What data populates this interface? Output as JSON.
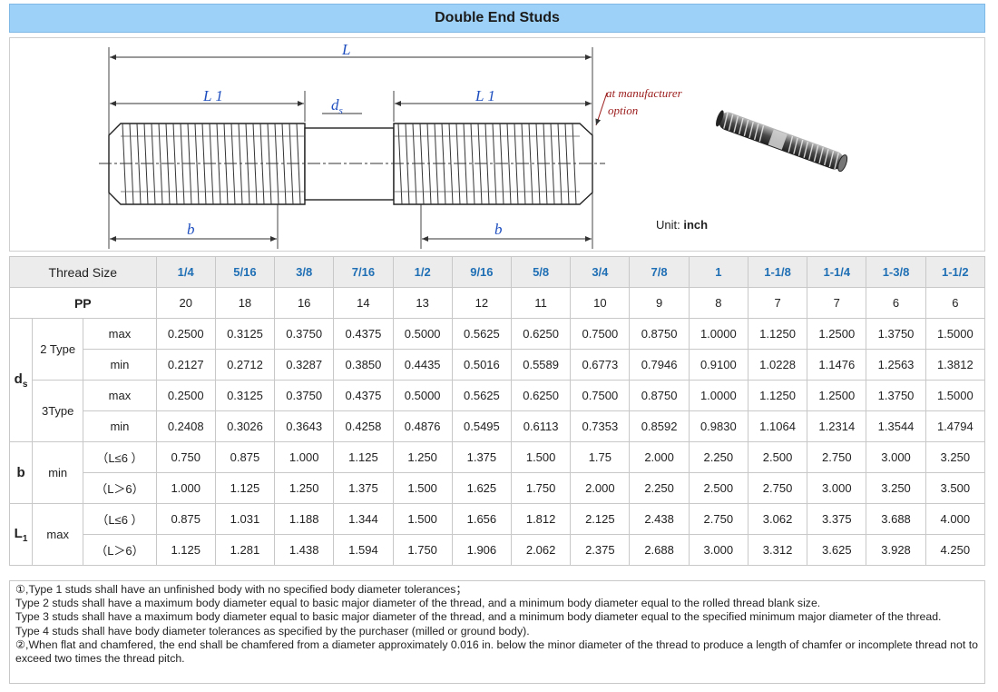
{
  "title": "Double End Studs",
  "figure": {
    "label_L": "L",
    "label_L1_left": "L 1",
    "label_L1_right": "L 1",
    "label_ds_main": "d",
    "label_ds_sub": "s",
    "label_b_left": "b",
    "label_b_right": "b",
    "callout_line1": "at manufacturer",
    "callout_line2": "option",
    "unit_prefix": "Unit: ",
    "unit_value": "inch",
    "colors": {
      "dimension": "#1f4fbf",
      "callout": "#9b1b1b",
      "outline": "#222222"
    }
  },
  "table": {
    "thread_size_label": "Thread Size",
    "sizes": [
      "1/4",
      "5/16",
      "3/8",
      "7/16",
      "1/2",
      "9/16",
      "5/8",
      "3/4",
      "7/8",
      "1",
      "1-1/8",
      "1-1/4",
      "1-3/8",
      "1-1/2"
    ],
    "pp_label": "PP",
    "pp": [
      "20",
      "18",
      "16",
      "14",
      "13",
      "12",
      "11",
      "10",
      "9",
      "8",
      "7",
      "7",
      "6",
      "6"
    ],
    "ds": {
      "label_main": "d",
      "label_sub": "s",
      "type2_label": "2 Type",
      "type3_label": "3Type",
      "max_label": "max",
      "min_label": "min",
      "type2_max": [
        "0.2500",
        "0.3125",
        "0.3750",
        "0.4375",
        "0.5000",
        "0.5625",
        "0.6250",
        "0.7500",
        "0.8750",
        "1.0000",
        "1.1250",
        "1.2500",
        "1.3750",
        "1.5000"
      ],
      "type2_min": [
        "0.2127",
        "0.2712",
        "0.3287",
        "0.3850",
        "0.4435",
        "0.5016",
        "0.5589",
        "0.6773",
        "0.7946",
        "0.9100",
        "1.0228",
        "1.1476",
        "1.2563",
        "1.3812"
      ],
      "type3_max": [
        "0.2500",
        "0.3125",
        "0.3750",
        "0.4375",
        "0.5000",
        "0.5625",
        "0.6250",
        "0.7500",
        "0.8750",
        "1.0000",
        "1.1250",
        "1.2500",
        "1.3750",
        "1.5000"
      ],
      "type3_min": [
        "0.2408",
        "0.3026",
        "0.3643",
        "0.4258",
        "0.4876",
        "0.5495",
        "0.6113",
        "0.7353",
        "0.8592",
        "0.9830",
        "1.1064",
        "1.2314",
        "1.3544",
        "1.4794"
      ]
    },
    "b": {
      "label": "b",
      "sub_label": "min",
      "cond1": "（L≤6 ）",
      "cond2": "（L＞6）",
      "row1": [
        "0.750",
        "0.875",
        "1.000",
        "1.125",
        "1.250",
        "1.375",
        "1.500",
        "1.75",
        "2.000",
        "2.250",
        "2.500",
        "2.750",
        "3.000",
        "3.250"
      ],
      "row2": [
        "1.000",
        "1.125",
        "1.250",
        "1.375",
        "1.500",
        "1.625",
        "1.750",
        "2.000",
        "2.250",
        "2.500",
        "2.750",
        "3.000",
        "3.250",
        "3.500"
      ]
    },
    "l1": {
      "label_main": "L",
      "label_sub": "1",
      "sub_label": "max",
      "cond1": "（L≤6 ）",
      "cond2": "（L＞6）",
      "row1": [
        "0.875",
        "1.031",
        "1.188",
        "1.344",
        "1.500",
        "1.656",
        "1.812",
        "2.125",
        "2.438",
        "2.750",
        "3.062",
        "3.375",
        "3.688",
        "4.000"
      ],
      "row2": [
        "1.125",
        "1.281",
        "1.438",
        "1.594",
        "1.750",
        "1.906",
        "2.062",
        "2.375",
        "2.688",
        "3.000",
        "3.312",
        "3.625",
        "3.928",
        "4.250"
      ]
    }
  },
  "notes": [
    "①,Type 1 studs shall have an unfinished body with no specified body diameter tolerances；",
    "Type 2 studs shall have a maximum body diameter equal to basic major diameter of the thread, and a minimum body diameter equal to the rolled thread blank size.",
    "Type 3 studs shall have a maximum body diameter equal to basic major diameter of the thread, and a minimum body diameter equal to the specified minimum major diameter of the thread.",
    "Type 4 studs shall have body diameter tolerances as specified by the purchaser (milled or ground body).",
    "②,When flat and chamfered, the end shall be chamfered from a diameter approximately 0.016 in. below the minor diameter of the thread to produce a length of chamfer or incomplete thread not to exceed two times the thread pitch."
  ]
}
